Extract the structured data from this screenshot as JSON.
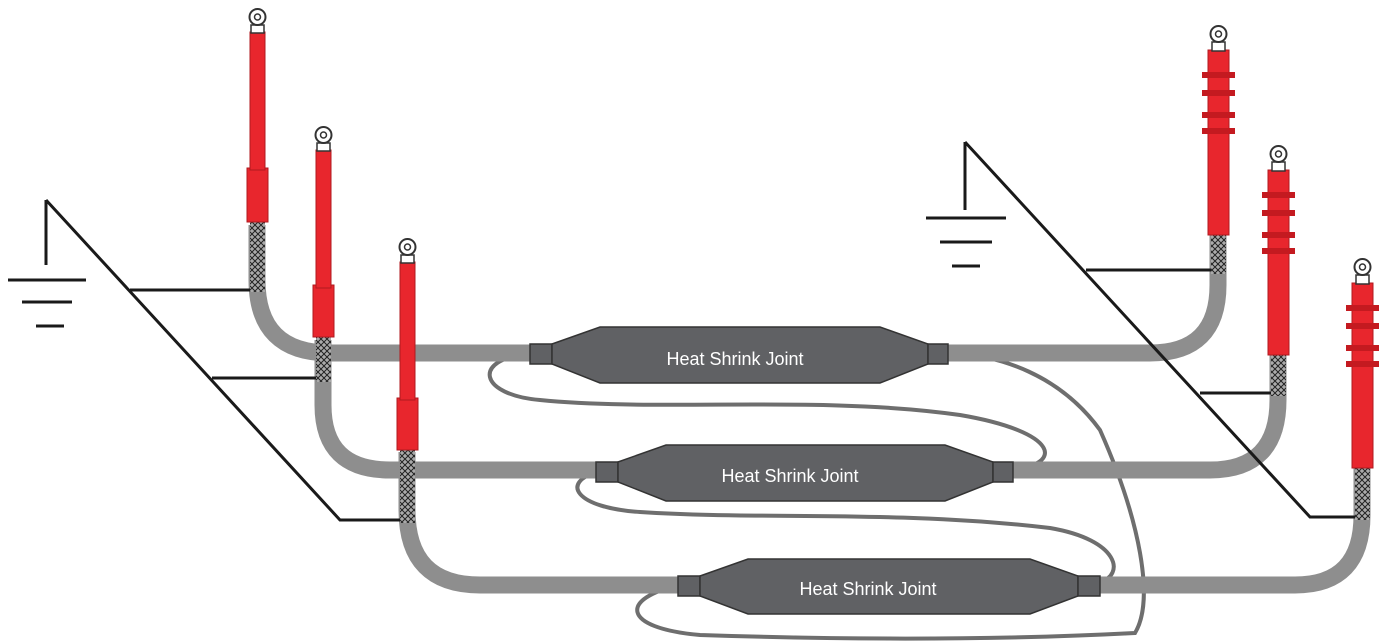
{
  "colors": {
    "cable": "#8e8e8e",
    "screen_wire": "#6e6e6e",
    "joint_body": "#606164",
    "termination": "#e8262d",
    "termination_dark": "#c41a20",
    "earth_line": "#1a1a1a",
    "lug": "#333333",
    "background": "#ffffff"
  },
  "joints": [
    {
      "label": "Heat Shrink Joint"
    },
    {
      "label": "Heat Shrink Joint"
    },
    {
      "label": "Heat Shrink Joint"
    }
  ],
  "earth_symbols": [
    {
      "icon": "ground-icon",
      "side": "left"
    },
    {
      "icon": "ground-icon",
      "side": "right"
    }
  ],
  "terminations": [
    {
      "icon": "plain-termination-icon",
      "side": "left"
    },
    {
      "icon": "plain-termination-icon",
      "side": "left"
    },
    {
      "icon": "plain-termination-icon",
      "side": "left"
    },
    {
      "icon": "outdoor-termination-icon",
      "side": "right"
    },
    {
      "icon": "outdoor-termination-icon",
      "side": "right"
    },
    {
      "icon": "outdoor-termination-icon",
      "side": "right"
    }
  ]
}
